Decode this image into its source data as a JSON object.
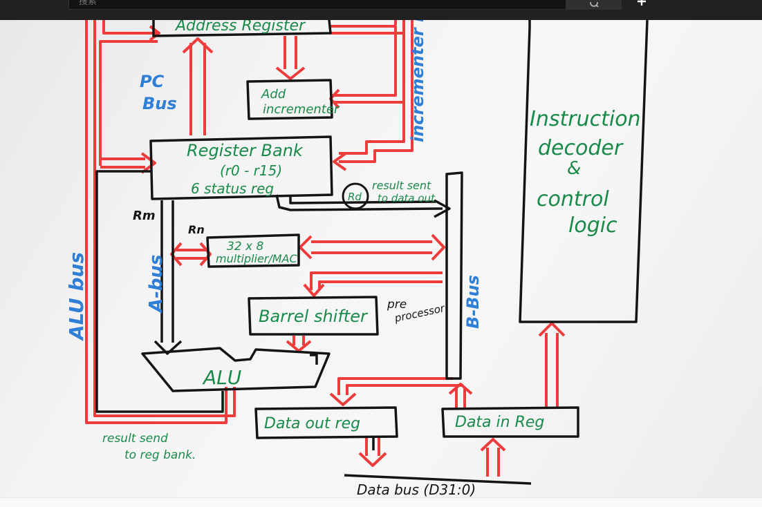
{
  "search": {
    "placeholder": "搜索"
  },
  "diagram": {
    "address_register": "Address Register",
    "pc_bus": [
      "PC",
      "Bus"
    ],
    "incrementer": [
      "Add",
      "incrementer"
    ],
    "incrementer_bus": "incrementer bus",
    "register_bank": [
      "Register Bank",
      "(r0 - r15)",
      "6 status reg"
    ],
    "rd": "Rd",
    "result_sent": [
      "result sent",
      "to data out"
    ],
    "rm": "Rm",
    "rn": "Rn",
    "multiplier": [
      "32 x 8",
      "multiplier/MAC"
    ],
    "alu_bus": "ALU bus",
    "a_bus": "A-bus",
    "b_bus": "B-Bus",
    "barrel_shifter": "Barrel shifter",
    "pre_processor": [
      "pre",
      "processor"
    ],
    "alu": "ALU",
    "data_out_reg": "Data out reg",
    "data_in_reg": "Data in Reg",
    "result_send": [
      "result send",
      "to reg bank."
    ],
    "data_bus": "Data bus (D31:0)",
    "instruction_decode": [
      "Instruction",
      "decoder",
      "&",
      "control",
      "logic"
    ]
  },
  "colors": {
    "red": "#ee3b3b",
    "green": "#1a8a4a",
    "blue": "#2f7fd6",
    "black": "#141414"
  }
}
